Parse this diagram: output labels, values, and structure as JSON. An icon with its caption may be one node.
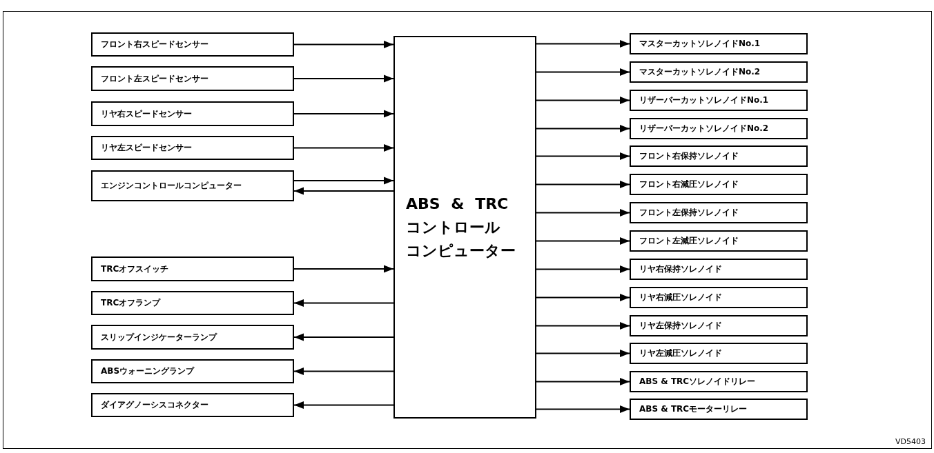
{
  "diagram": {
    "nodes": [
      {
        "text": [
          "ABS & TRCコントロールコンピューター"
        ]
      },
      {
        "text": [
          "フロント右スピードセンサー"
        ]
      },
      {
        "text": [
          "フロント左スピードセンサー"
        ]
      },
      {
        "text": [
          "リヤ右スピードセンサー"
        ]
      },
      {
        "text": [
          "リヤ左スピードセンサー"
        ]
      },
      {
        "text": [
          "エンジンコントロールコンピューター"
        ]
      },
      {
        "text": [
          "TRCオフスイッチ"
        ]
      },
      {
        "text": [
          "TRCオフランプ"
        ]
      },
      {
        "text": [
          "スリップインジケーターランプ"
        ]
      },
      {
        "text": [
          "ABSウォーニングランプ"
        ]
      },
      {
        "text": [
          "ダイアグノーシスコネクター"
        ]
      },
      {
        "text": [
          "マスターカットソレノイドNo.1"
        ]
      },
      {
        "text": [
          "マスターカットソレノイドNo.2"
        ]
      },
      {
        "text": [
          "リザーバーカットソレノイドNo.1"
        ]
      },
      {
        "text": [
          "リザーバーカットソレノイドNo.2"
        ]
      },
      {
        "text": [
          "フロント右保持ソレノイド"
        ]
      },
      {
        "text": [
          "フロント右減圧ソレノイド"
        ]
      },
      {
        "text": [
          "フロント左保持ソレノイド"
        ]
      },
      {
        "text": [
          "フロント左減圧ソレノイド"
        ]
      },
      {
        "text": [
          "リヤ右保持ソレノイド"
        ]
      },
      {
        "text": [
          "リヤ右減圧ソレノイド"
        ]
      },
      {
        "text": [
          "リヤ左保持ソレノイド"
        ]
      },
      {
        "text": [
          "リヤ左減圧ソレノイド"
        ]
      },
      {
        "text": [
          "ABS & TRCソレノイドリレー"
        ]
      },
      {
        "text": [
          "ABS & TRCモーターリレー"
        ]
      }
    ],
    "edges": [
      {
        "from": 1,
        "to": 0,
        "arrow": "to"
      },
      {
        "from": 2,
        "to": 0,
        "arrow": "to"
      },
      {
        "from": 3,
        "to": 0,
        "arrow": "to"
      },
      {
        "from": 4,
        "to": 0,
        "arrow": "to"
      },
      {
        "from": 5,
        "to": 0,
        "arrow": "to"
      },
      {
        "from": 0,
        "to": 5,
        "arrow": "to"
      },
      {
        "from": 6,
        "to": 0,
        "arrow": "to"
      },
      {
        "from": 0,
        "to": 7,
        "arrow": "to"
      },
      {
        "from": 0,
        "to": 8,
        "arrow": "to"
      },
      {
        "from": 0,
        "to": 9,
        "arrow": "to"
      },
      {
        "from": 0,
        "to": 10,
        "arrow": "to"
      },
      {
        "from": 0,
        "to": 11,
        "arrow": "to"
      },
      {
        "from": 0,
        "to": 12,
        "arrow": "to"
      },
      {
        "from": 0,
        "to": 13,
        "arrow": "to"
      },
      {
        "from": 0,
        "to": 14,
        "arrow": "to"
      },
      {
        "from": 0,
        "to": 15,
        "arrow": "to"
      },
      {
        "from": 0,
        "to": 16,
        "arrow": "to"
      },
      {
        "from": 0,
        "to": 17,
        "arrow": "to"
      },
      {
        "from": 0,
        "to": 18,
        "arrow": "to"
      },
      {
        "from": 0,
        "to": 19,
        "arrow": "to"
      },
      {
        "from": 0,
        "to": 20,
        "arrow": "to"
      },
      {
        "from": 0,
        "to": 21,
        "arrow": "to"
      },
      {
        "from": 0,
        "to": 22,
        "arrow": "to"
      },
      {
        "from": 0,
        "to": 23,
        "arrow": "to"
      },
      {
        "from": 0,
        "to": 24,
        "arrow": "to"
      }
    ],
    "labels": [
      "VD5403"
    ]
  }
}
